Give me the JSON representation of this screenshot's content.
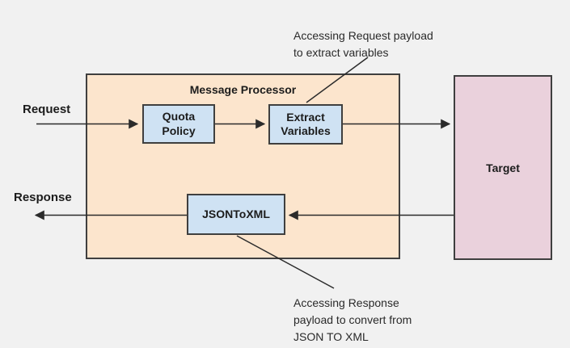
{
  "diagram": {
    "title": "Message Processor",
    "labels": {
      "request": "Request",
      "response": "Response"
    },
    "nodes": {
      "quota_policy": "Quota\nPolicy",
      "extract_variables": "Extract\nVariables",
      "json_to_xml": "JSONToXML",
      "target": "Target"
    },
    "annotations": {
      "top_lines": [
        "Accessing Request payload",
        "to extract variables"
      ],
      "bottom_lines": [
        "Accessing Response",
        "payload to convert from",
        "JSON TO XML"
      ]
    },
    "colors": {
      "background": "#f1f1f1",
      "processor_fill": "#fce5cd",
      "node_fill": "#cfe2f3",
      "target_fill": "#ead1dc",
      "border": "#3f3f3f",
      "line": "#2b2b2b"
    }
  }
}
